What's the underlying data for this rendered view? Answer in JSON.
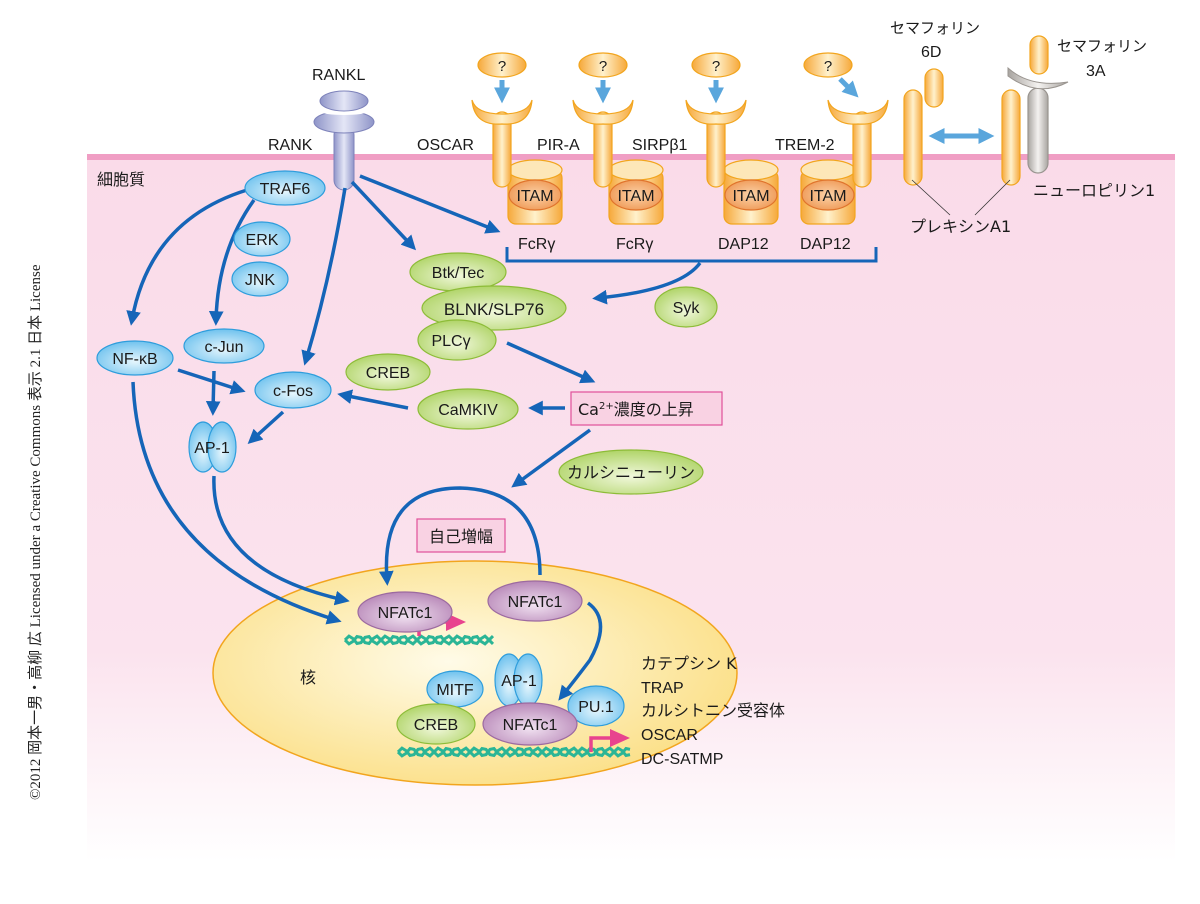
{
  "copyright": "©2012 岡本一男・高柳 広 Licensed under a Creative Commons 表示 2.1 日本 License",
  "regions": {
    "cytoplasm": "細胞質",
    "nucleus": "核"
  },
  "ligands": {
    "rankl": "RANKL",
    "unknown": "?",
    "sema6d": [
      "セマフォリン",
      "6D"
    ],
    "sema3a": [
      "セマフォリン",
      "3A"
    ]
  },
  "receptors": {
    "rank": "RANK",
    "oscar": "OSCAR",
    "pira": "PIR-A",
    "sirpb1": "SIRPβ1",
    "trem2": "TREM-2",
    "plexin": "プレキシンA1",
    "neuropilin": "ニューロピリン1"
  },
  "adaptors": {
    "itam": "ITAM",
    "fcrg1": "FcRγ",
    "fcrg2": "FcRγ",
    "dap12a": "DAP12",
    "dap12b": "DAP12"
  },
  "nodes": {
    "traf6": "TRAF6",
    "erk": "ERK",
    "jnk": "JNK",
    "nfkb": "NF-κB",
    "cjun": "c-Jun",
    "cfos": "c-Fos",
    "ap1": "AP-1",
    "creb": "CREB",
    "camkiv": "CaMKIV",
    "btk": "Btk/Tec",
    "blnk": "BLNK/SLP76",
    "plcg": "PLCγ",
    "syk": "Syk",
    "ca_prefix": "Ca",
    "ca_sup": "2+",
    "ca_suffix": "濃度の上昇",
    "calcineurin": "カルシニューリン",
    "autoamp": "自己増幅",
    "nfatc1": "NFATc1",
    "mitf": "MITF",
    "pu1": "PU.1"
  },
  "target_genes": [
    "カテプシン K",
    "TRAP",
    "カルシトニン受容体",
    "OSCAR",
    "DC-SATMP"
  ],
  "colors": {
    "arrow": "#1565b8",
    "light_arrow": "#5aa6dc",
    "membrane": "#f09ec4",
    "cytoplasm": "#fadbe9",
    "receptor": "#f8b84e",
    "rank": "#a8acd8",
    "blue_node": "#8fd0f2",
    "green_node": "#bfdc7c",
    "purple_node": "#c99ac8",
    "nucleus": "#fbe7a8",
    "dna": "#2bb596",
    "promoter": "#e8438e",
    "highlight_box": "#f7bfd6"
  }
}
